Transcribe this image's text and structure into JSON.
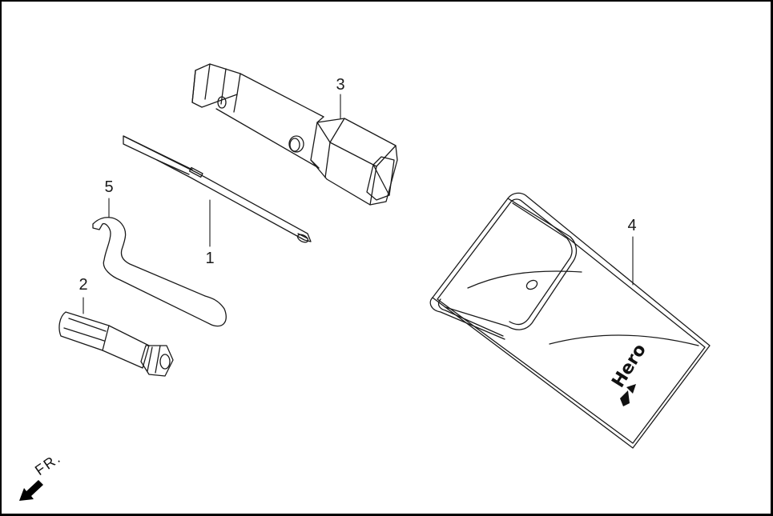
{
  "diagram": {
    "type": "exploded parts diagram",
    "subject": "motorcycle tool kit",
    "line_color": "#1a1a1a",
    "background": "#ffffff"
  },
  "callouts": [
    {
      "id": "1",
      "label": "1",
      "part": "screwdriver (flat / phillips reversible blade)"
    },
    {
      "id": "2",
      "label": "2",
      "part": "screwdriver handle"
    },
    {
      "id": "3",
      "label": "3",
      "part": "spark plug box spanner"
    },
    {
      "id": "4",
      "label": "4",
      "part": "tool bag / pouch"
    },
    {
      "id": "5",
      "label": "5",
      "part": "pin / hook spanner"
    }
  ],
  "pouch": {
    "brand_text": "Hero"
  },
  "orientation": {
    "label": "FR.",
    "icon": "front-direction-arrow-icon"
  }
}
